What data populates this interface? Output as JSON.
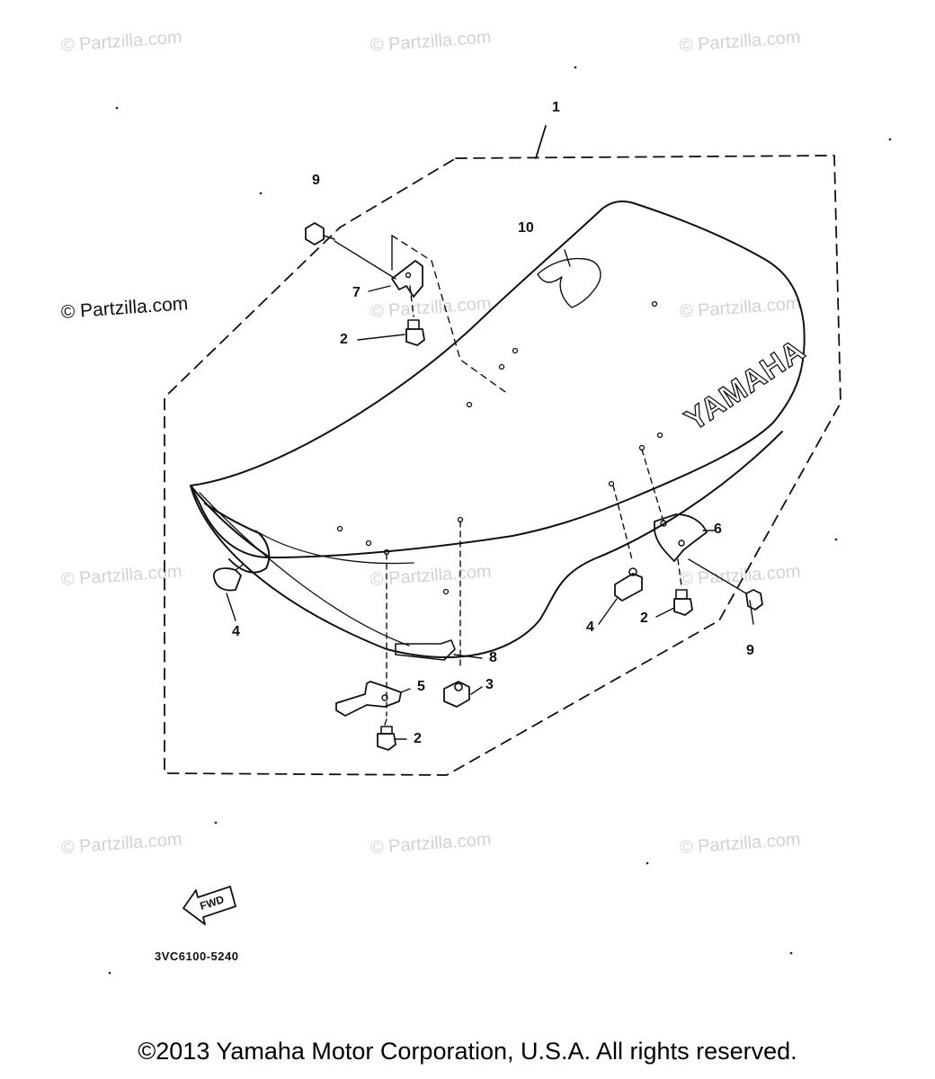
{
  "watermarks": [
    "© Partzilla.com",
    "© Partzilla.com",
    "© Partzilla.com",
    "© Partzilla.com",
    "© Partzilla.com",
    "© Partzilla.com",
    "© Partzilla.com",
    "© Partzilla.com",
    "© Partzilla.com",
    "© Partzilla.com",
    "© Partzilla.com",
    "© Partzilla.com"
  ],
  "diagram": {
    "seat_brand": "YAMAHA",
    "fwd_label": "FWD",
    "part_code": "3VC6100-5240",
    "callouts": [
      "1",
      "9",
      "10",
      "7",
      "2",
      "6",
      "4",
      "2",
      "4",
      "9",
      "8",
      "5",
      "3",
      "2"
    ]
  },
  "footer": {
    "copyright": "©2013 Yamaha Motor Corporation, U.S.A. All rights reserved."
  },
  "colors": {
    "line": "#111111",
    "watermark": "#d2d2d2"
  }
}
